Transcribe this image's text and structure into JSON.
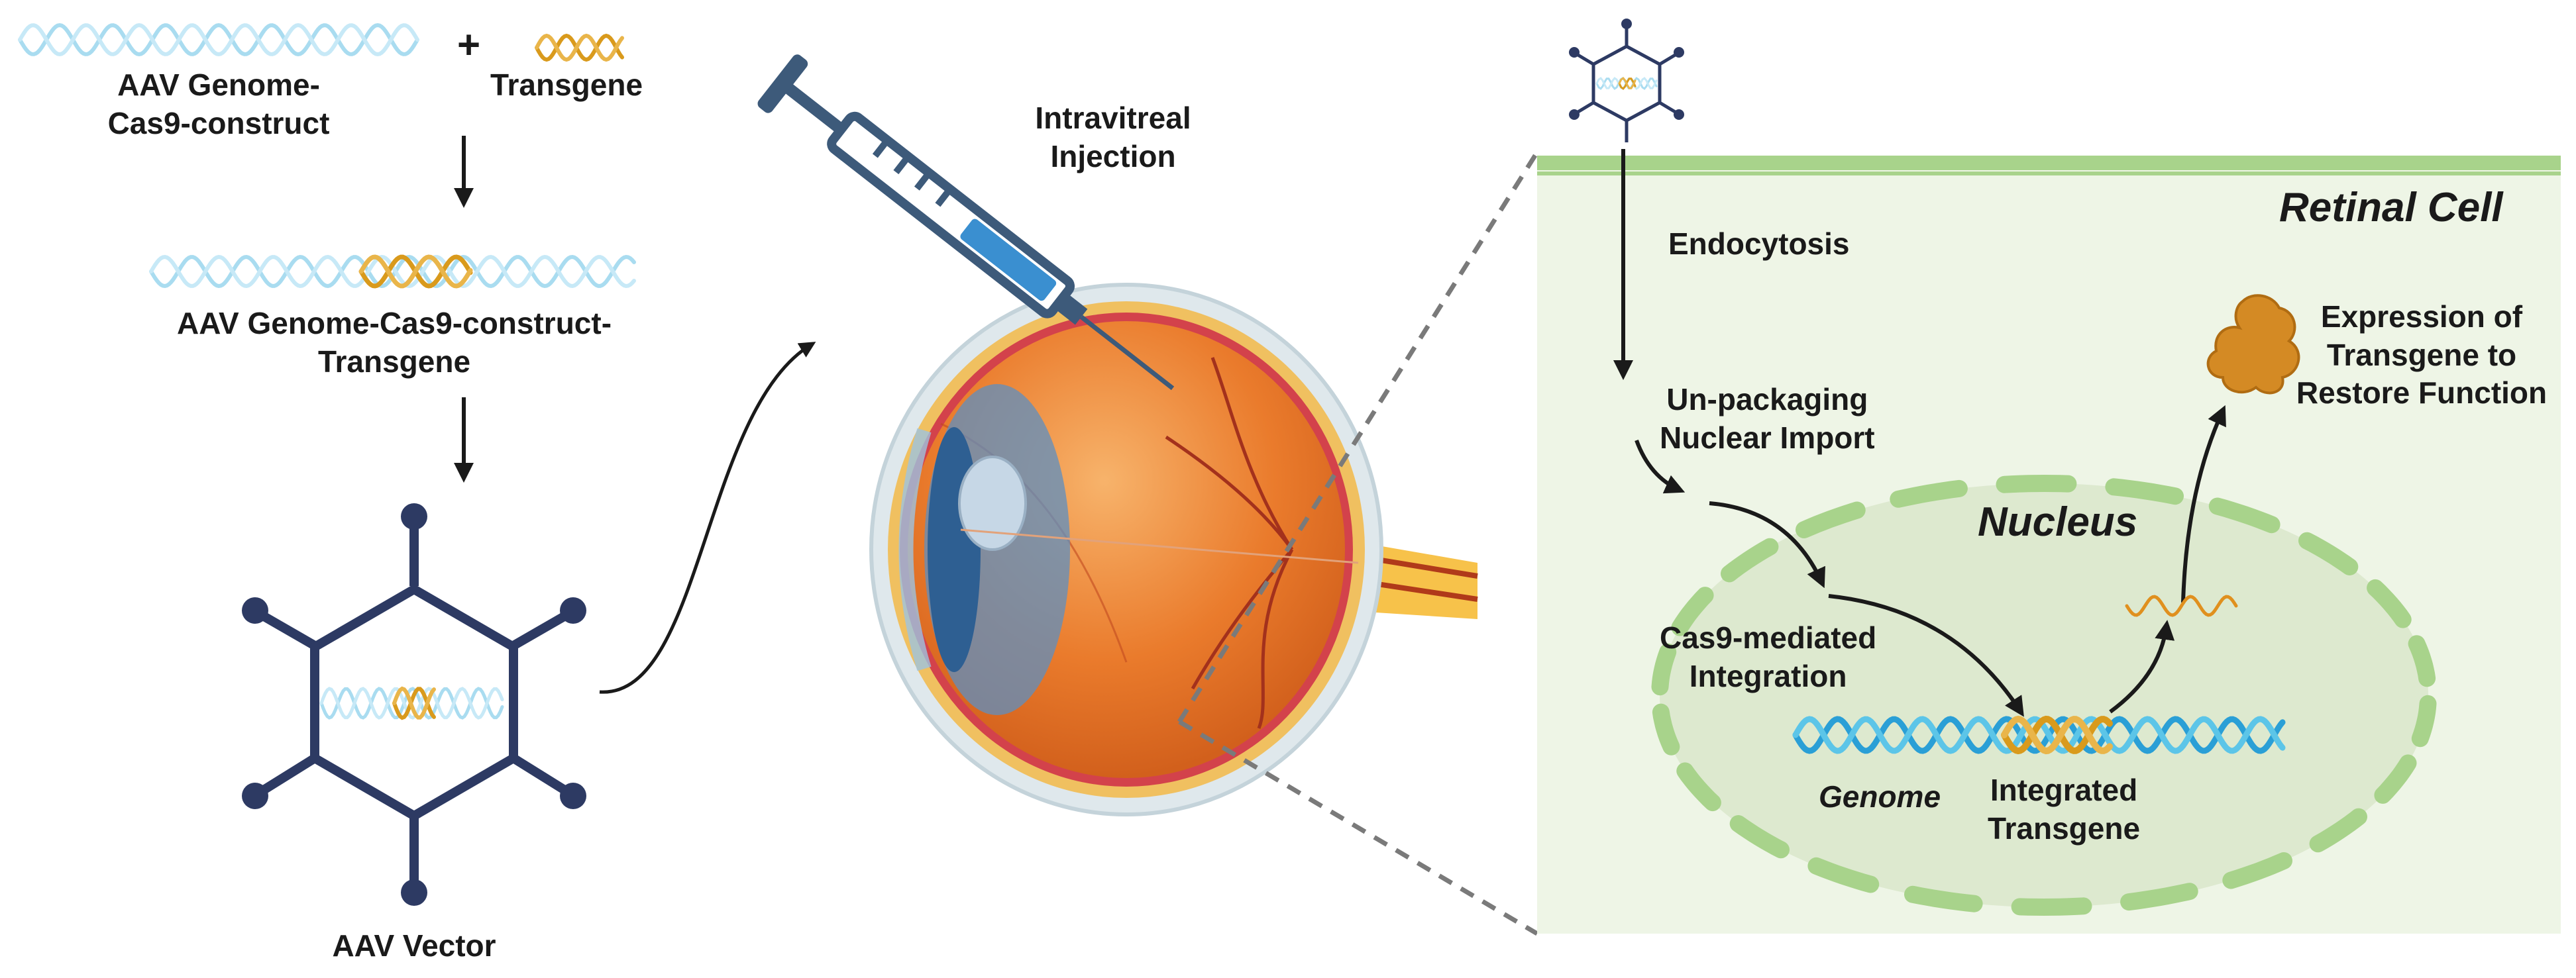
{
  "labels": {
    "aav_genome_construct_line1": "AAV Genome-",
    "aav_genome_construct_line2": "Cas9-construct",
    "plus": "+",
    "transgene": "Transgene",
    "combined_line1": "AAV Genome-Cas9-construct-",
    "combined_line2": "Transgene",
    "aav_vector": "AAV Vector",
    "injection_line1": "Intravitreal",
    "injection_line2": "Injection",
    "retinal_cell": "Retinal Cell",
    "endocytosis": "Endocytosis",
    "unpackaging_line1": "Un-packaging",
    "unpackaging_line2": "Nuclear Import",
    "nucleus": "Nucleus",
    "cas9_line1": "Cas9-mediated",
    "cas9_line2": "Integration",
    "genome": "Genome",
    "integrated_line1": "Integrated",
    "integrated_line2": "Transgene",
    "expression_line1": "Expression of",
    "expression_line2": "Transgene to",
    "expression_line3": "Restore Function"
  },
  "colors": {
    "aav_dna": "#a9dcf0",
    "transgene_dna": "#d99a1c",
    "genome_dna": "#2a9fd6",
    "vector_outline": "#2d3a63",
    "cell_fill": "#eef5e6",
    "cell_membrane": "#a8d38b",
    "nucleus_fill": "#dde9cf",
    "protein": "#d48a24",
    "eye_orange": "#e9782a",
    "syringe_body": "#3d5a7a",
    "syringe_fluid": "#3a8fd0"
  },
  "icons": [
    "syringe-icon",
    "eye-illustration",
    "aav-capsid-icon",
    "protein-icon",
    "dna-helix-icon",
    "mrna-icon"
  ]
}
